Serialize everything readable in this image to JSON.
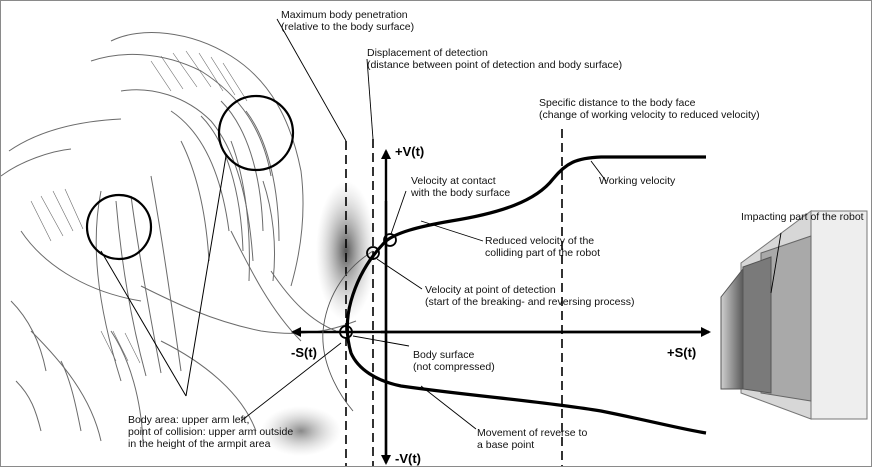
{
  "axes": {
    "pos_v": "+V(t)",
    "neg_v": "-V(t)",
    "neg_s": "-S(t)",
    "pos_s": "+S(t)"
  },
  "annotations": {
    "max_penetration": [
      "Maximum body penetration",
      "(relative to the body surface)"
    ],
    "displacement": [
      "Displacement of detection",
      "(distance between point of detection and body surface)"
    ],
    "specific_distance": [
      "Specific distance to the body face",
      "(change of working velocity to reduced velocity)"
    ],
    "velocity_contact": [
      "Velocity at contact",
      "with the body surface"
    ],
    "working_velocity": [
      "Working velocity"
    ],
    "impacting_part": [
      "Impacting part of the robot"
    ],
    "reduced_velocity": [
      "Reduced velocity of the",
      "colliding part of the robot"
    ],
    "velocity_detection": [
      "Velocity at point of detection",
      "(start  of the breaking- and  reversing process)"
    ],
    "body_surface": [
      "Body surface",
      "(not compressed)"
    ],
    "body_area": [
      "Body area: upper arm left,",
      "point of collision: upper arm outside",
      "in the height of the armpit area"
    ],
    "movement_reverse": [
      "Movement of reverse to",
      "a base point"
    ]
  },
  "colors": {
    "curve": "#000000",
    "anatomy_stroke": "#6b6b6b",
    "robot_dark": "#7a7a7a",
    "robot_mid": "#a9a9a9",
    "robot_light": "#d7d7d7",
    "robot_lighter": "#eeeeee"
  }
}
